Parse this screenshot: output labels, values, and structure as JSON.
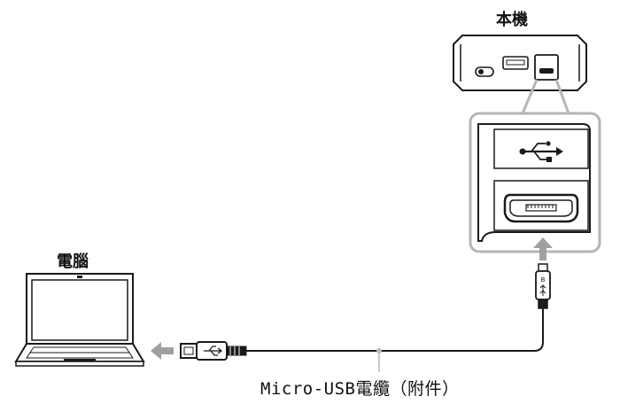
{
  "labels": {
    "device": "本機",
    "computer": "電腦",
    "cable": "Micro-USB電纜（附件）"
  },
  "colors": {
    "line": "#1a1a1a",
    "callout_frame": "#b5b5b5",
    "arrow": "#a0a0a0",
    "fill_light": "#ffffff",
    "fill_gray": "#e6e6e6"
  },
  "icons": {
    "usb_symbol": "usb-icon",
    "port": "micro-usb-port-icon"
  }
}
